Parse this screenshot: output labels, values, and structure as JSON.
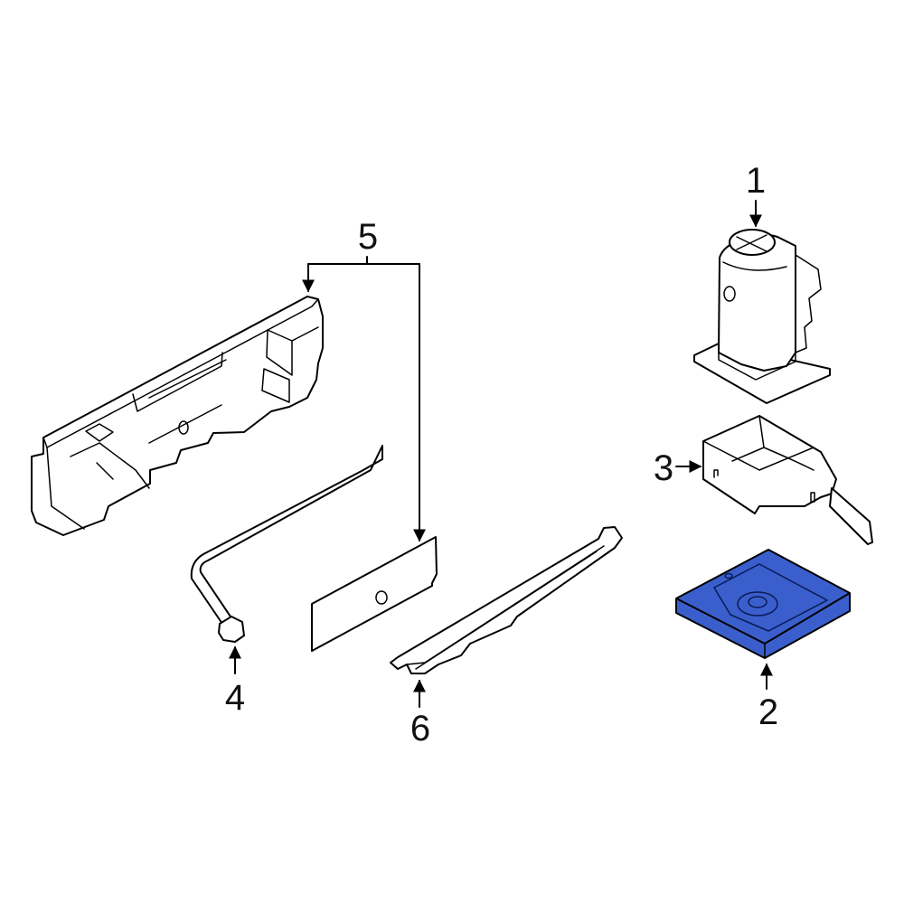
{
  "diagram": {
    "type": "exploded-parts-diagram",
    "highlight_color": "#3a5fcd",
    "callouts": [
      {
        "number": "1",
        "part": "jack"
      },
      {
        "number": "2",
        "part": "jack-base-pad"
      },
      {
        "number": "3",
        "part": "jack-holder-tray"
      },
      {
        "number": "4",
        "part": "lug-wrench"
      },
      {
        "number": "5",
        "part": "tool-tray-and-cover-plate"
      },
      {
        "number": "6",
        "part": "jack-handle"
      }
    ],
    "highlighted_part": "2"
  }
}
